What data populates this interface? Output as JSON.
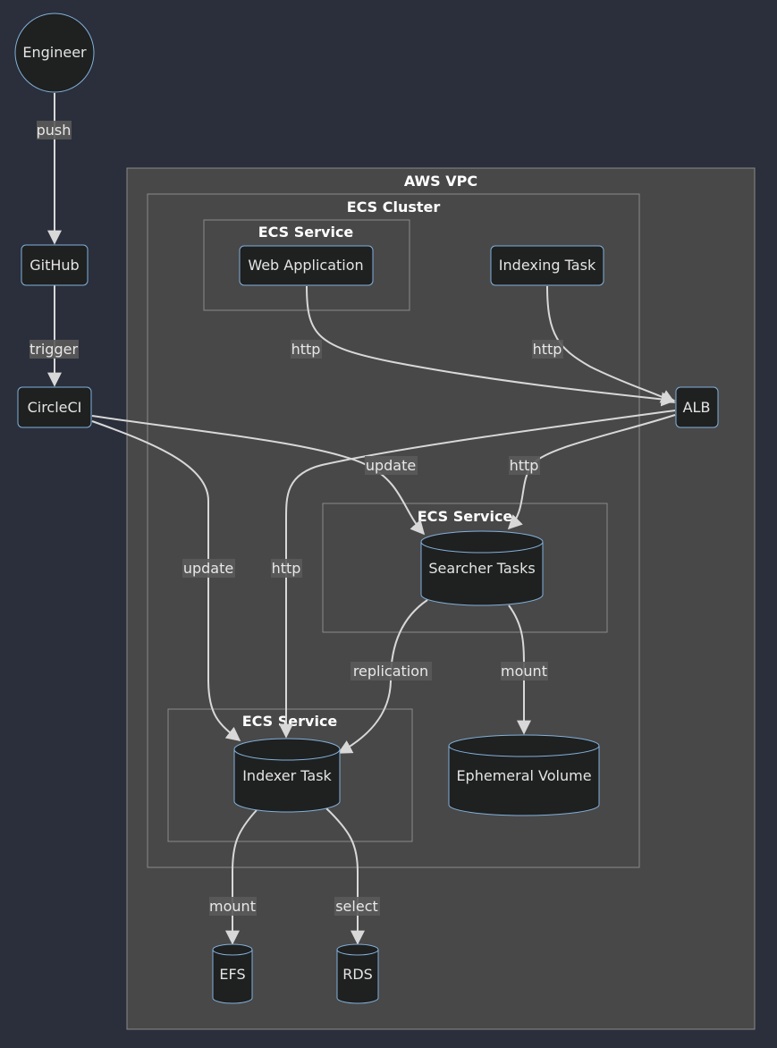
{
  "clusters": {
    "vpc": "AWS VPC",
    "ecs_cluster": "ECS Cluster",
    "ecs_service_web": "ECS Service",
    "ecs_service_searcher": "ECS Service",
    "ecs_service_indexer": "ECS Service"
  },
  "nodes": {
    "engineer": "Engineer",
    "github": "GitHub",
    "circleci": "CircleCI",
    "web_app": "Web Application",
    "indexing_task": "Indexing Task",
    "alb": "ALB",
    "searcher_tasks": "Searcher Tasks",
    "indexer_task": "Indexer Task",
    "ephemeral_volume": "Ephemeral Volume",
    "efs": "EFS",
    "rds": "RDS"
  },
  "edges": {
    "push": "push",
    "trigger": "trigger",
    "web_http": "http",
    "indexing_http": "http",
    "update_searcher": "update",
    "alb_http_searcher": "http",
    "update_indexer": "update",
    "alb_http_indexer": "http",
    "replication": "replication",
    "mount_ephemeral": "mount",
    "mount_efs": "mount",
    "select_rds": "select"
  }
}
